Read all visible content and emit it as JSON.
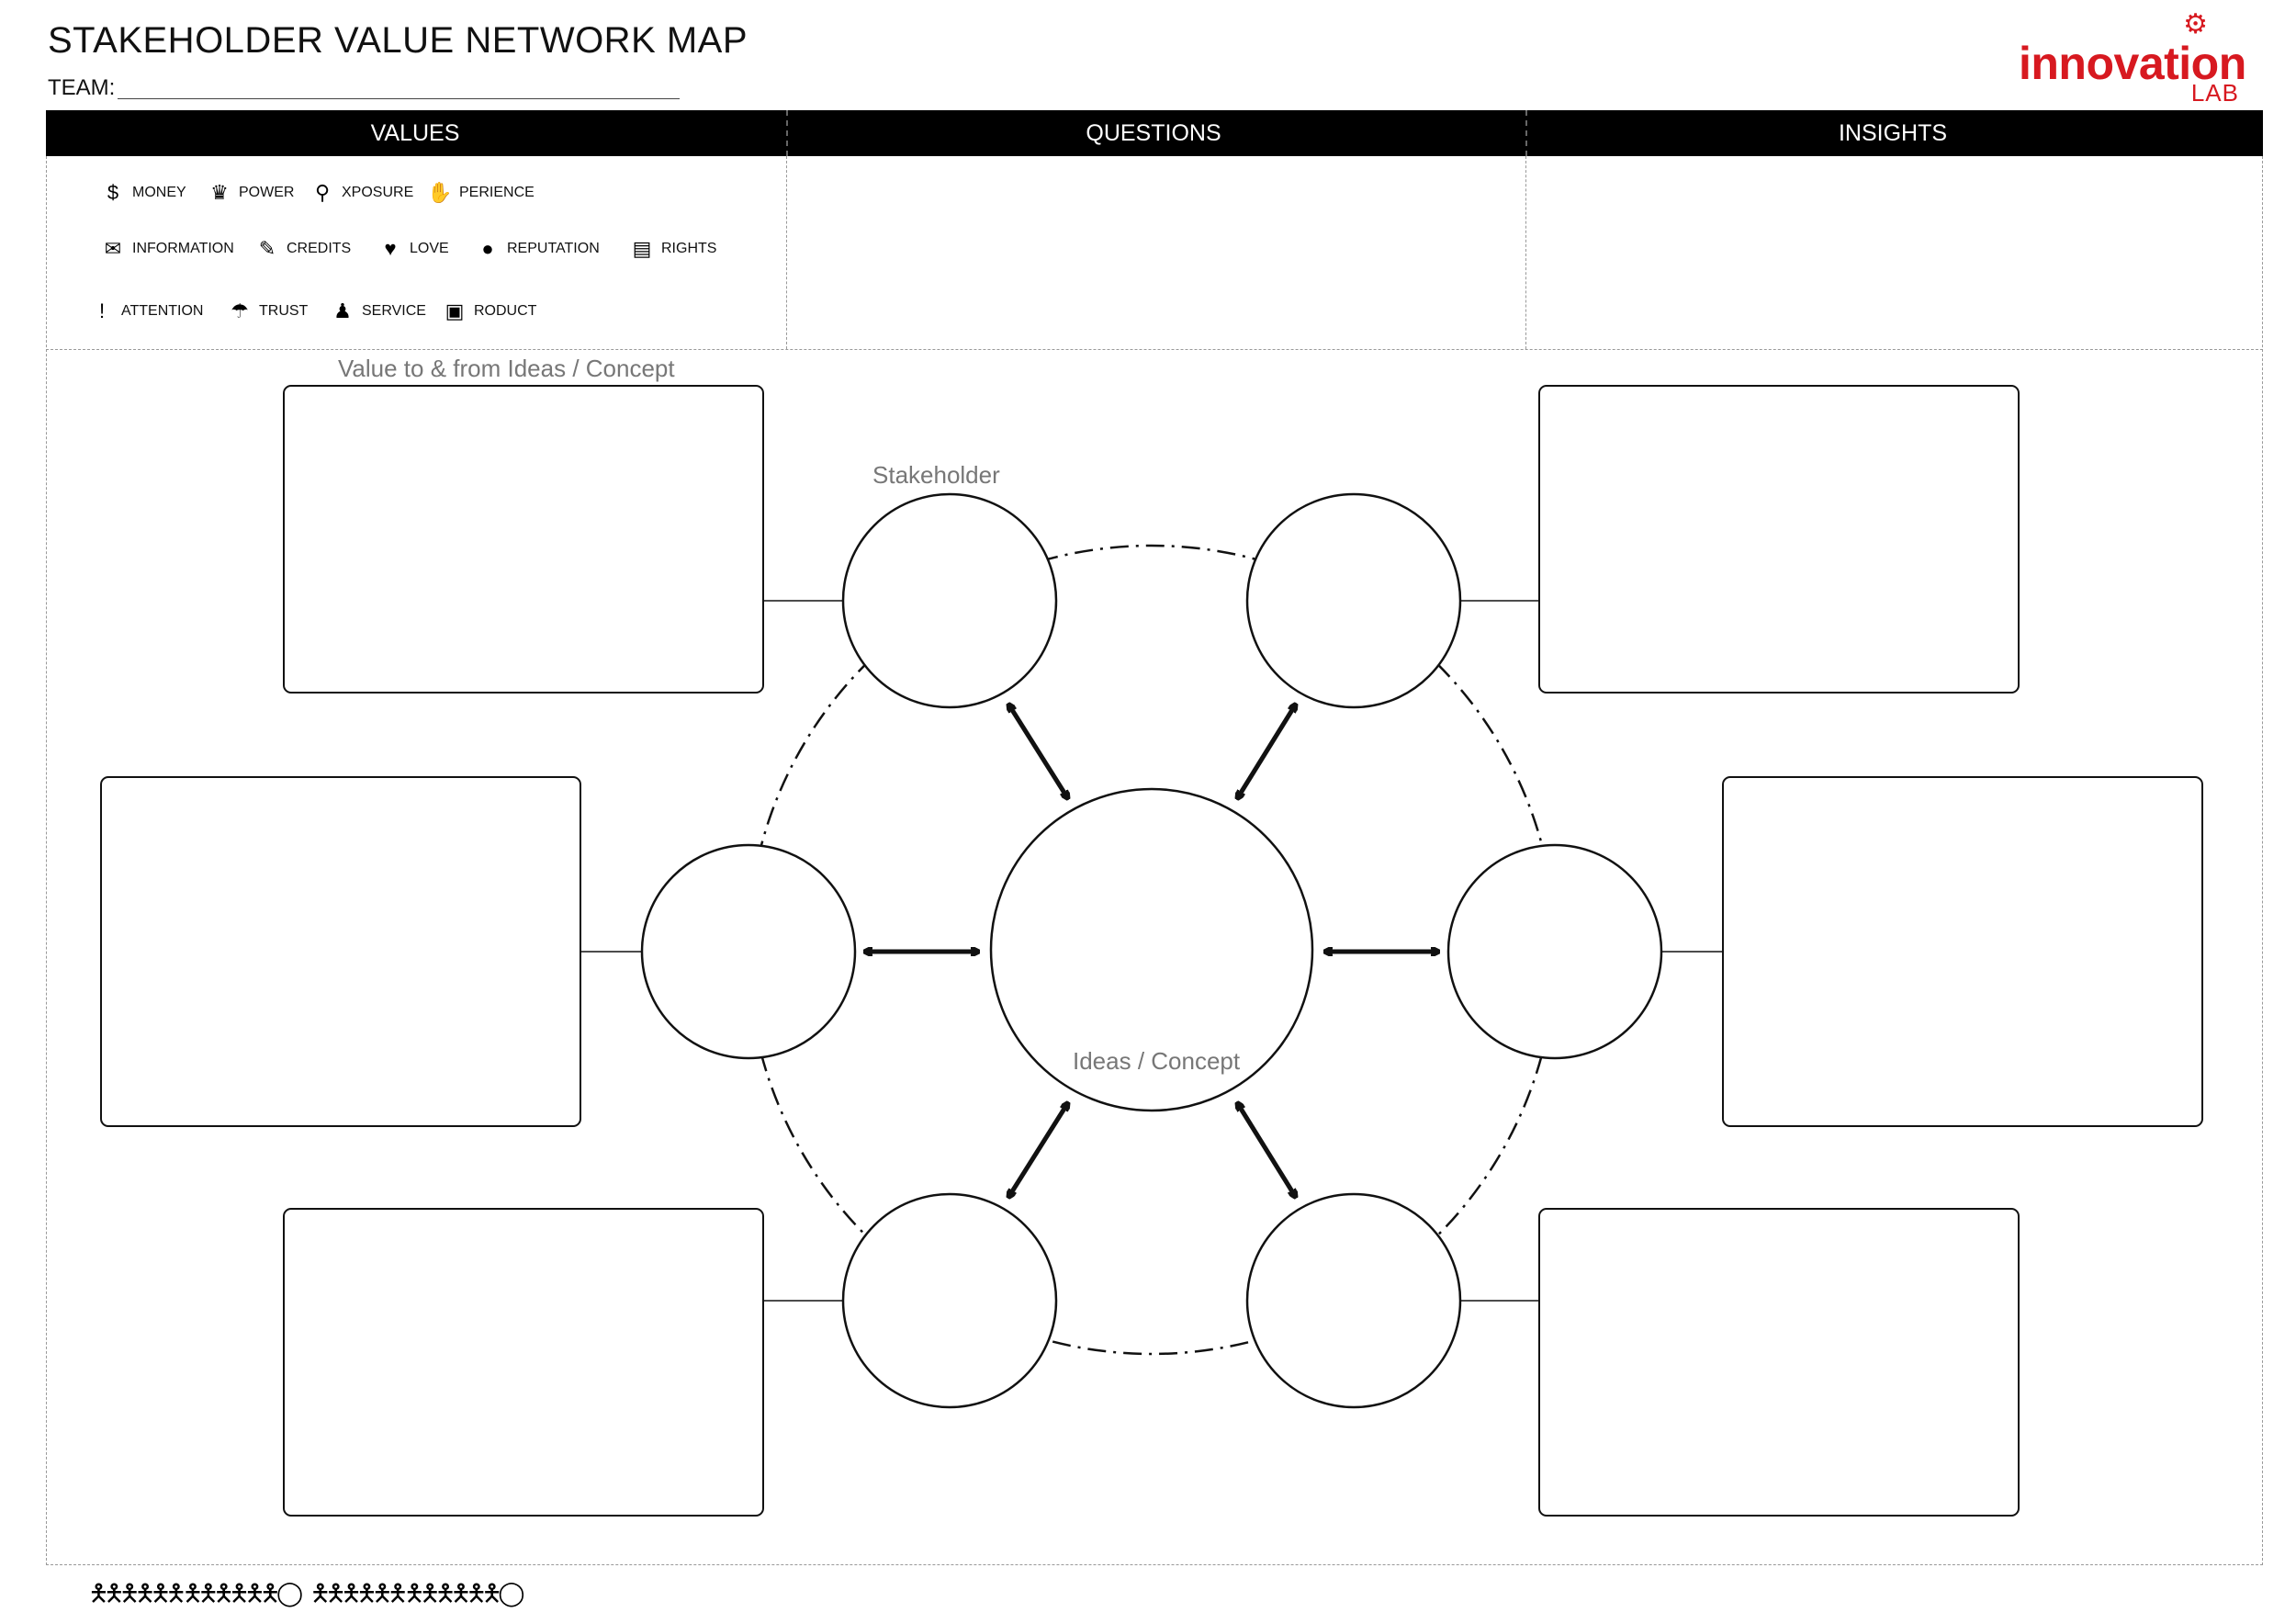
{
  "header": {
    "title": "STAKEHOLDER VALUE NETWORK MAP",
    "team_label": "TEAM:"
  },
  "logo": {
    "wordmark": "innovation",
    "sub": "LAB",
    "color": "#d71920"
  },
  "columns": [
    "VALUES",
    "QUESTIONS",
    "INSIGHTS"
  ],
  "values": [
    {
      "icon": "money-icon",
      "label": "MONEY"
    },
    {
      "icon": "power-icon",
      "label": "POWER"
    },
    {
      "icon": "exposure-icon",
      "label": "XPOSURE"
    },
    {
      "icon": "experience-icon",
      "label": "PERIENCE"
    },
    {
      "icon": "information-icon",
      "label": "INFORMATION"
    },
    {
      "icon": "credits-icon",
      "label": "CREDITS"
    },
    {
      "icon": "love-icon",
      "label": "LOVE"
    },
    {
      "icon": "reputation-icon",
      "label": "REPUTATION"
    },
    {
      "icon": "rights-icon",
      "label": "RIGHTS"
    },
    {
      "icon": "attention-icon",
      "label": "ATTENTION"
    },
    {
      "icon": "trust-icon",
      "label": "TRUST"
    },
    {
      "icon": "service-icon",
      "label": "SERVICE"
    },
    {
      "icon": "product-icon",
      "label": "RODUCT"
    }
  ],
  "diagram": {
    "box_caption": "Value to & from Ideas / Concept",
    "stakeholder_label": "Stakeholder",
    "center_label": "Ideas / Concept"
  },
  "footer": {
    "icons": [
      "people-group-icon",
      "lightbulb-icon",
      "people-group-icon",
      "lightbulb-icon"
    ]
  }
}
